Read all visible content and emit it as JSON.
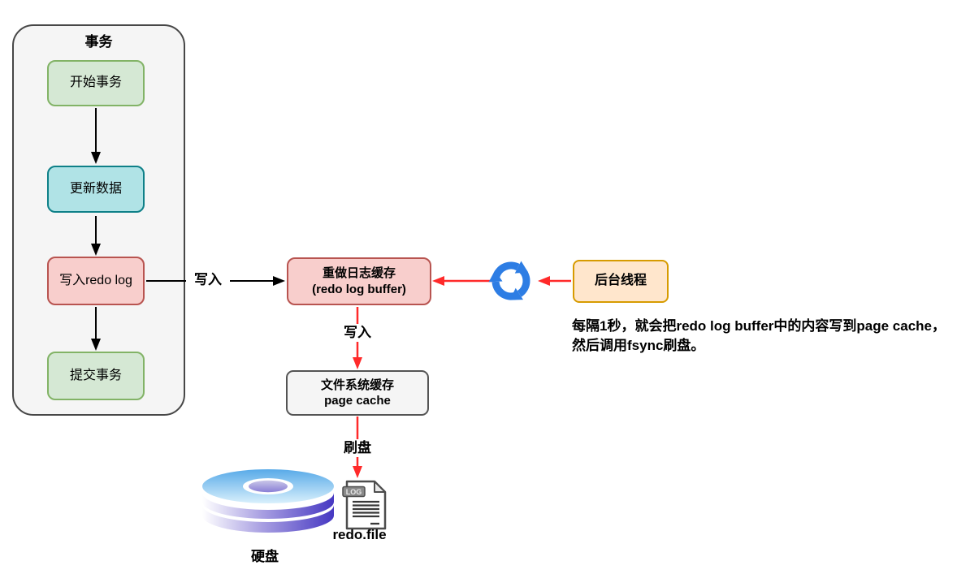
{
  "transaction": {
    "title": "事务",
    "nodes": [
      {
        "label": "开始事务"
      },
      {
        "label": "更新数据"
      },
      {
        "label": "写入redo log"
      },
      {
        "label": "提交事务"
      }
    ]
  },
  "buffer": {
    "line1": "重做日志缓存",
    "line2": "(redo log buffer)"
  },
  "thread": {
    "label": "后台线程"
  },
  "cache": {
    "line1": "文件系统缓存",
    "line2": "page cache"
  },
  "edge_labels": {
    "write_left": "写入",
    "write_down": "写入",
    "flush": "刷盘"
  },
  "note": {
    "line1": "每隔1秒，就会把redo log buffer中的内容写到page cache，",
    "line2": "然后调用fsync刷盘。"
  },
  "disk": {
    "label": "硬盘"
  },
  "redo_file": {
    "label": "redo.file",
    "badge": "LOG"
  },
  "colors": {
    "node_green_fill": "#d5e8d4",
    "node_green_border": "#82b366",
    "node_teal_fill": "#b0e3e6",
    "node_teal_border": "#0e8088",
    "node_pink_fill": "#f8cecc",
    "node_pink_border": "#b85450",
    "node_orange_fill": "#ffe6cc",
    "node_orange_border": "#d79b00",
    "container_fill": "#f5f5f5",
    "container_border": "#474747",
    "arrow_black": "#000000",
    "arrow_red": "#ff2a2a",
    "sync_icon_blue": "#2d7de4"
  }
}
